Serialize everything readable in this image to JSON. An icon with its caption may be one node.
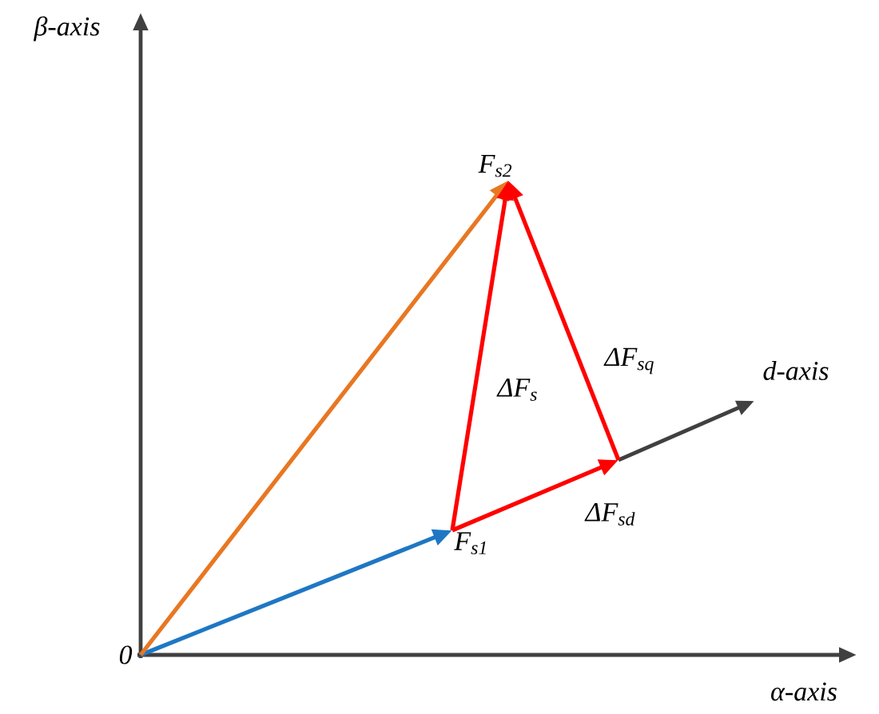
{
  "diagram": {
    "nodes": [
      {
        "text": [
          "0"
        ]
      },
      {
        "text": [
          "F$_{s1}$"
        ]
      },
      {
        "text": [
          "F$_{s2}$"
        ]
      }
    ],
    "edges": [
      {
        "from": 0,
        "to": 1,
        "arrow": "to",
        "color": "#1f77c4"
      },
      {
        "from": 0,
        "to": 2,
        "arrow": "to",
        "color": "#e87722"
      },
      {
        "from": 1,
        "to": null,
        "arrow": "to",
        "label": "ΔF$_{sd}$"
      },
      {
        "from": null,
        "to": 2,
        "arrow": "to",
        "label": "ΔF$_{sq}$"
      },
      {
        "from": 1,
        "to": 2,
        "arrow": "to",
        "label": "ΔF$_{s}$"
      }
    ],
    "labels": [
      "β-axis",
      "d-axis",
      "α-axis"
    ]
  }
}
